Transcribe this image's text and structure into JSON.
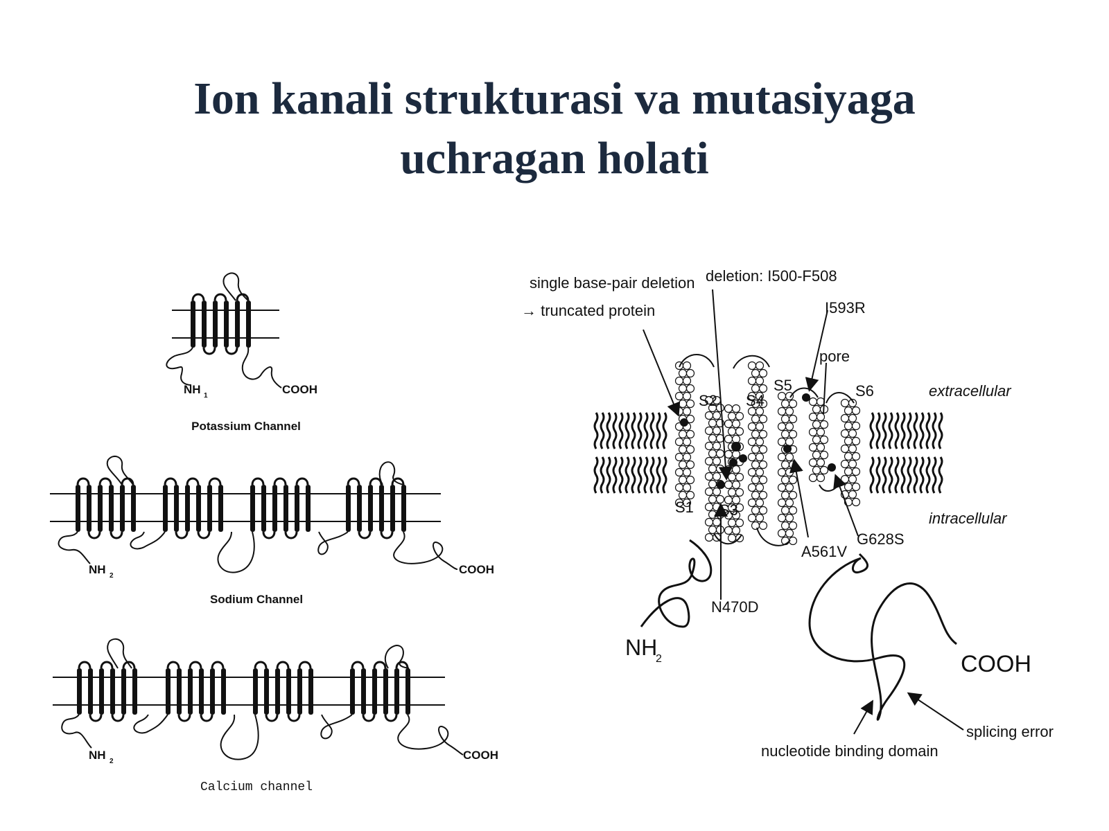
{
  "slide": {
    "title_line1": "Ion kanali strukturasi va mutasiyaga",
    "title_line2": "uchragan holati"
  },
  "left_figure": {
    "potassium": {
      "caption": "Potassium Channel",
      "nh_label": "NH",
      "nh_sub": "1",
      "cooh_label": "COOH"
    },
    "sodium": {
      "caption": "Sodium Channel",
      "nh_label": "NH",
      "nh_sub": "2",
      "cooh_label": "COOH"
    },
    "calcium": {
      "caption": "Calcium channel",
      "nh_label": "NH",
      "nh_sub": "2",
      "cooh_label": "COOH"
    }
  },
  "right_figure": {
    "segments": {
      "s1": "S1",
      "s2": "S2",
      "s3": "S3",
      "s4": "S4",
      "s5": "S5",
      "s6": "S6"
    },
    "regions": {
      "extracellular": "extracellular",
      "intracellular": "intracellular",
      "pore": "pore"
    },
    "mutations": {
      "deletion_line1": "single base-pair deletion",
      "deletion_line2": "→ truncated protein",
      "deletion_range": "deletion: I500-F508",
      "i593r": "I593R",
      "a561v": "A561V",
      "g628s": "G628S",
      "n470d": "N470D",
      "splicing": "splicing error"
    },
    "termini": {
      "nh2": "NH",
      "nh2_sub": "2",
      "cooh": "COOH"
    },
    "domain": "nucleotide binding domain"
  }
}
